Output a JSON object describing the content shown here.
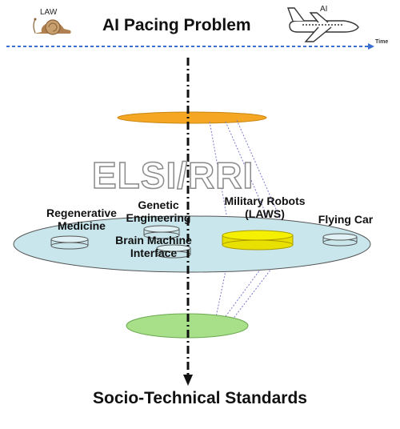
{
  "title": "AI Pacing Problem",
  "timeline": {
    "law_label": "LAW",
    "ai_label": "AI",
    "time_label": "Time"
  },
  "framework_label": "ELSI/RRI",
  "technologies": {
    "regenerative": "Regenerative Medicine",
    "genetic": "Genetic Engineering",
    "bmi": "Brain Machine Interface",
    "military": "Military Robots (LAWS)",
    "flying": "Flying Car"
  },
  "footer": "Socio-Technical Standards",
  "colors": {
    "top_disk": "#f5a623",
    "middle_plane": "#c9e6ec",
    "highlight_disk": "#f5f000",
    "bottom_disk": "#a8e08a",
    "timeline_arrow": "#3a6fd0"
  },
  "icons": {
    "law": "snail-icon",
    "ai": "airplane-icon"
  }
}
